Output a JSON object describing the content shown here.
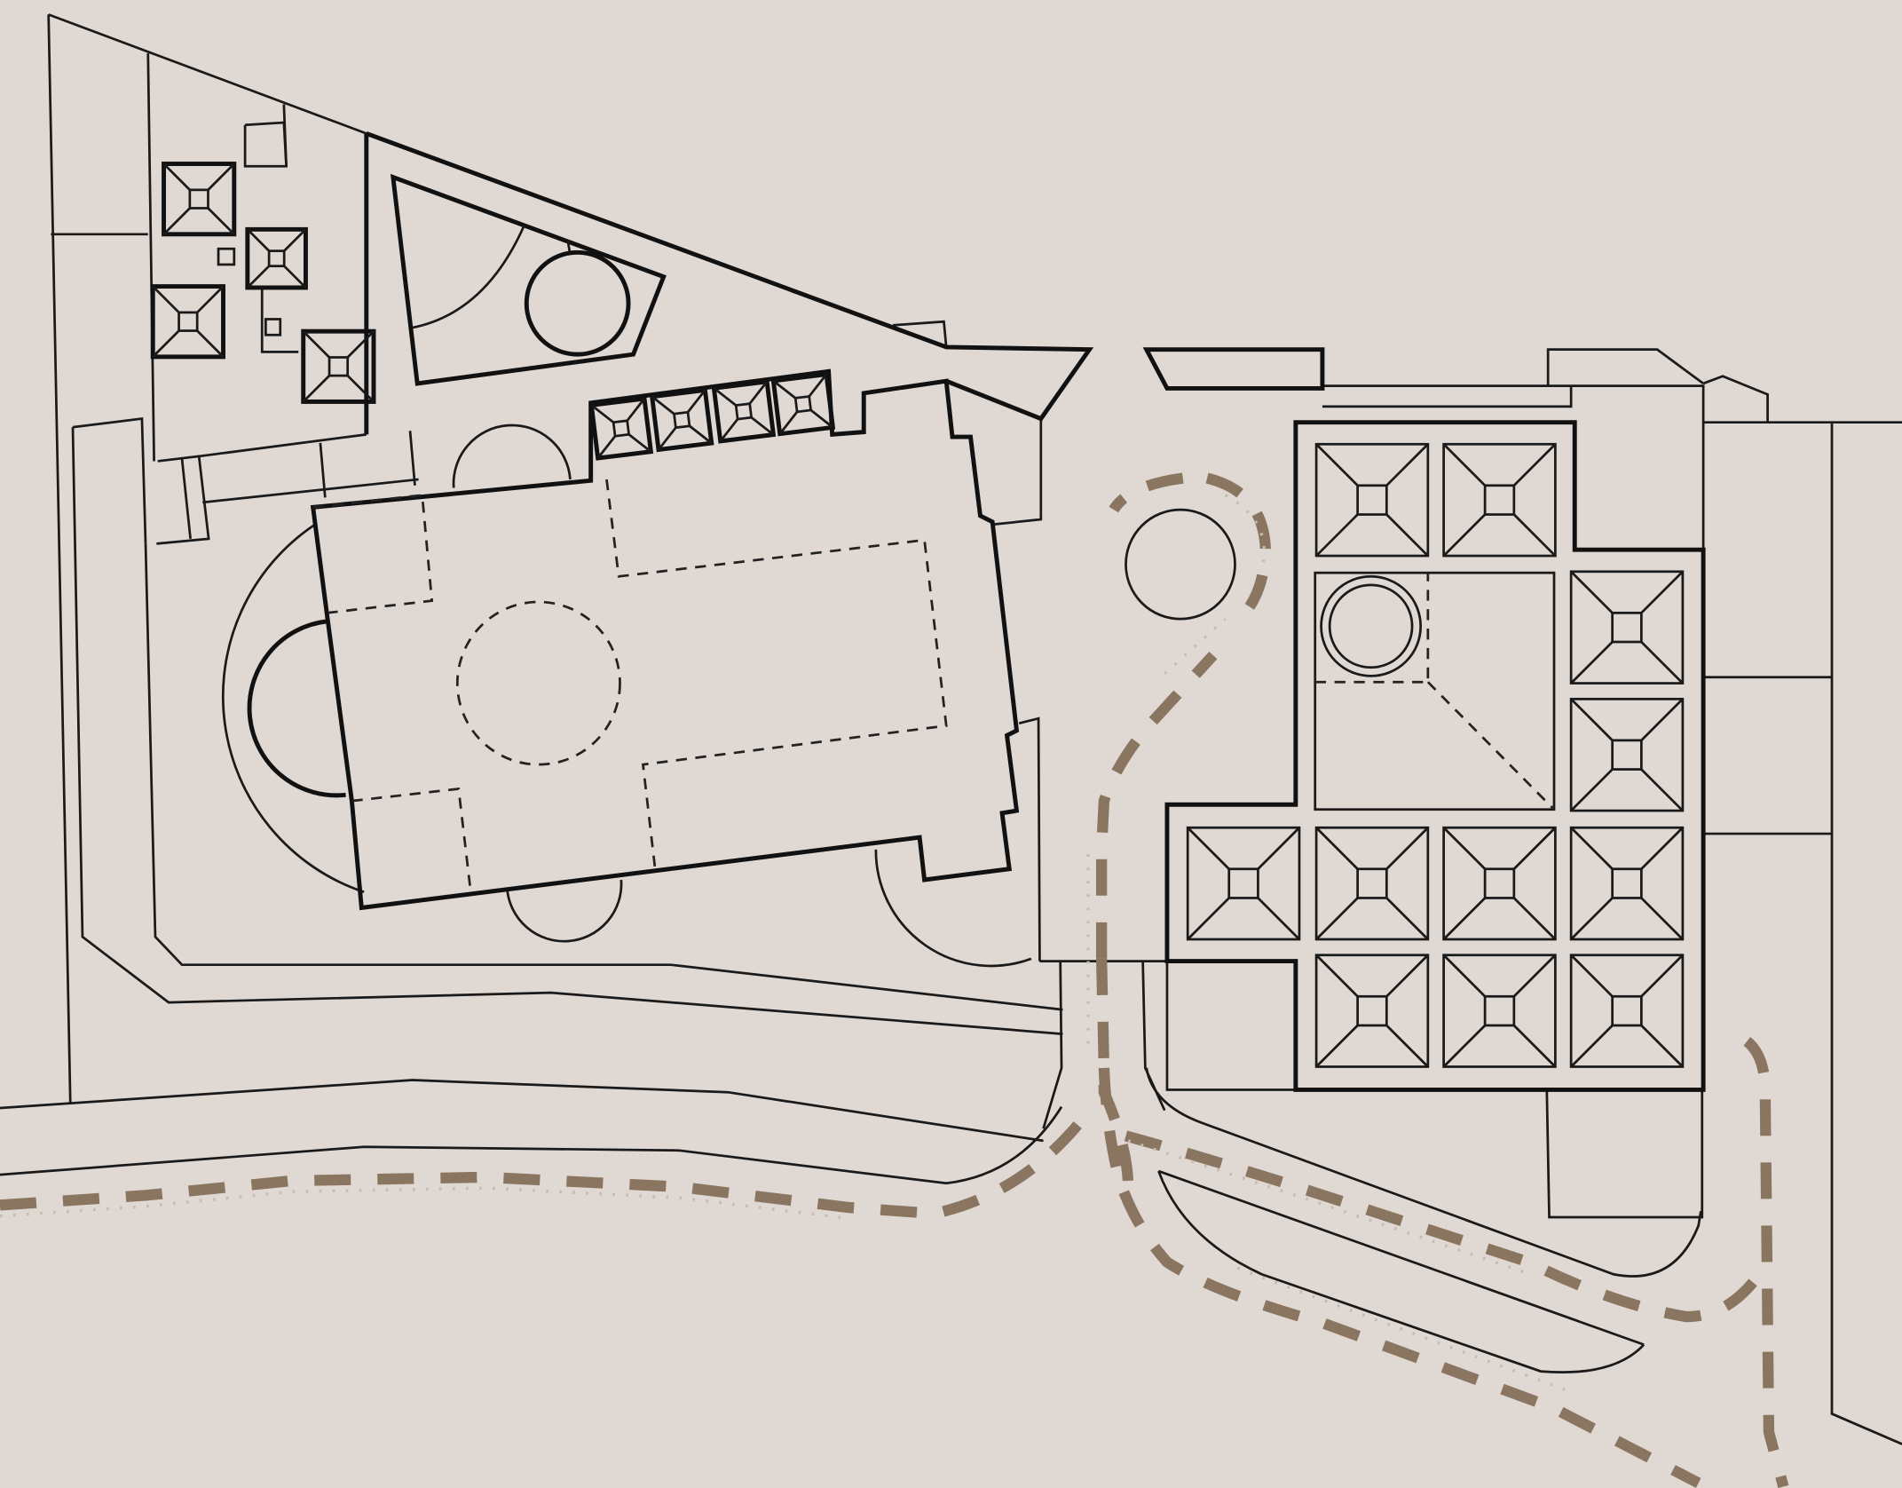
{
  "colors": {
    "background": "#e0d8d3",
    "linework": "#1a1a1a",
    "walkway": "#8a7560",
    "walkway_faint": "#c7bcb0"
  },
  "legend": {
    "line_types": [
      "thin-outline",
      "thick-building-outline",
      "dashed-interior-projection",
      "brown-dashed-walkway"
    ]
  }
}
